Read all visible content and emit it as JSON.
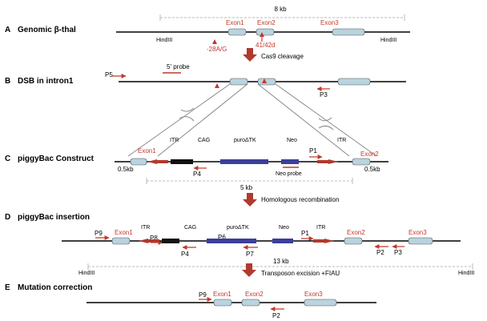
{
  "sections": {
    "a": {
      "letter": "A",
      "title": "Genomic β-thal",
      "span_label": "8 kb",
      "exon1": "Exon1",
      "exon2": "Exon2",
      "exon3": "Exon3",
      "hind_left": "HindIII",
      "hind_right": "HindIII",
      "mut1": "-28A/G",
      "mut2": "41/42d",
      "arrow_text": "Cas9 cleavage"
    },
    "b": {
      "letter": "B",
      "title": "DSB in intron1",
      "probe": "5' probe",
      "p5": "P5",
      "p3": "P3"
    },
    "c": {
      "letter": "C",
      "title": "piggyBac Construct",
      "exon1": "Exon1",
      "exon2": "Exon2",
      "itr1": "ITR",
      "cag": "CAG",
      "puro": "puroΔTK",
      "neo": "Neo",
      "p1": "P1",
      "itr2": "ITR",
      "left_kb": "0.5kb",
      "right_kb": "0.5kb",
      "p4": "P4",
      "neo_probe": "Neo probe",
      "span_label": "5 kb",
      "arrow_text": "Homologous recombination"
    },
    "d": {
      "letter": "D",
      "title": "piggyBac insertion",
      "p9": "P9",
      "exon1": "Exon1",
      "itr1": "ITR",
      "p8": "P8",
      "cag": "CAG",
      "puro": "puroΔTK",
      "p6": "P6",
      "neo": "Neo",
      "p1": "P1",
      "itr2": "ITR",
      "exon2": "Exon2",
      "exon3": "Exon3",
      "p4": "P4",
      "p7": "P7",
      "p2": "P2",
      "p3": "P3",
      "span_label": "13 kb",
      "hind_left": "HindIII",
      "hind_right": "HindIII",
      "arrow_text": "Transposon  excision +FIAU"
    },
    "e": {
      "letter": "E",
      "title": "Mutation correction",
      "p9": "P9",
      "exon1": "Exon1",
      "exon2": "Exon2",
      "exon3": "Exon3",
      "p2": "P2"
    }
  },
  "colors": {
    "red": "#c0392b",
    "exon": "#b9d3df",
    "cag": "#111111",
    "puro": "#3b3f9a",
    "arrow": "#b03a2e"
  }
}
